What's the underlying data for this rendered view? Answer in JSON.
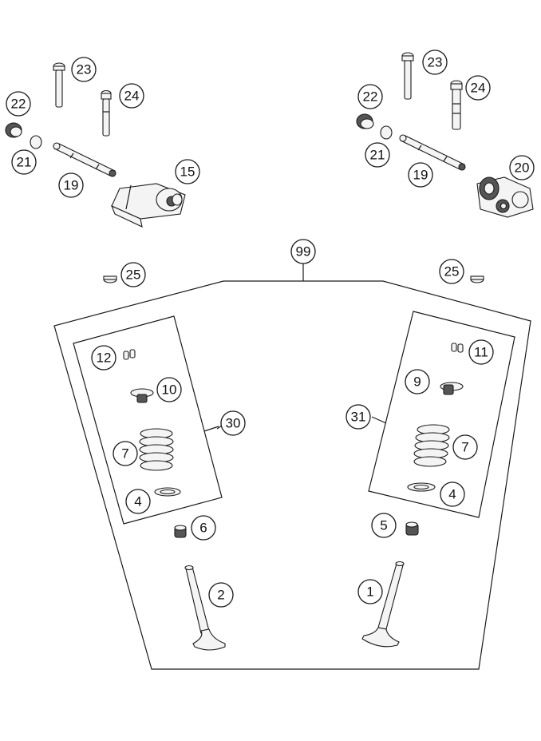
{
  "callouts": {
    "c23_left": "23",
    "c24_left": "24",
    "c22_left": "22",
    "c21_left": "21",
    "c19_left": "19",
    "c15": "15",
    "c23_right": "23",
    "c24_right": "24",
    "c22_right": "22",
    "c21_right": "21",
    "c19_right": "19",
    "c20": "20",
    "c99": "99",
    "c25_left": "25",
    "c25_right": "25",
    "c12": "12",
    "c10": "10",
    "c30": "30",
    "c7_left": "7",
    "c4_left": "4",
    "c6": "6",
    "c2": "2",
    "c11": "11",
    "c9": "9",
    "c31": "31",
    "c7_right": "7",
    "c4_right": "4",
    "c5": "5",
    "c1": "1"
  }
}
